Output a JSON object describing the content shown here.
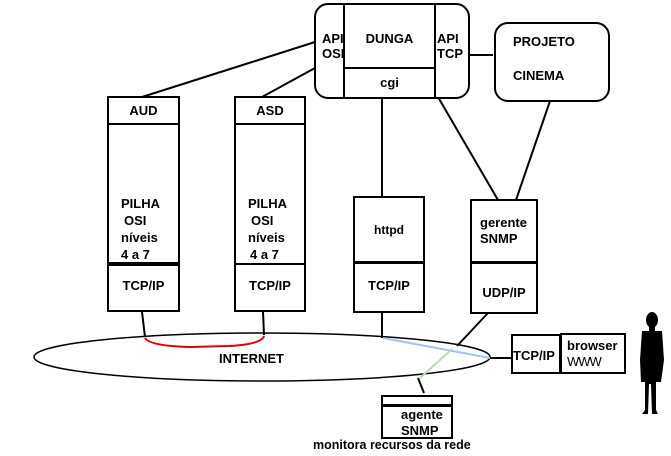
{
  "dunga_module": {
    "api_osi": [
      "API",
      "OSI"
    ],
    "title": "DUNGA",
    "cgi": "cgi",
    "api_tcp": [
      "API",
      "TCP"
    ]
  },
  "projeto_cinema": [
    "PROJETO",
    "CINEMA"
  ],
  "aud_stack": {
    "name": "AUD",
    "osi_stack": [
      "PILHA",
      "OSI",
      "níveis",
      "4 a 7"
    ],
    "transport": "TCP/IP"
  },
  "asd_stack": {
    "name": "ASD",
    "osi_stack": [
      "PILHA",
      "OSI",
      "níveis",
      "4 a 7"
    ],
    "transport": "TCP/IP"
  },
  "httpd_stack": {
    "name": "httpd",
    "transport": "TCP/IP"
  },
  "snmp_manager": {
    "name": [
      "gerente",
      "SNMP"
    ],
    "transport": "UDP/IP"
  },
  "internet": {
    "label": "INTERNET"
  },
  "client": {
    "transport": "TCP/IP",
    "app": [
      "browser",
      "WWW"
    ]
  },
  "snmp_agent": {
    "name": [
      "agente",
      "SNMP"
    ],
    "caption": "monitora recursos da rede"
  },
  "link_colors": {
    "osi_link": "#e00000",
    "web_link": "#a0c4ec",
    "snmp_link": "#bcd8bc"
  }
}
